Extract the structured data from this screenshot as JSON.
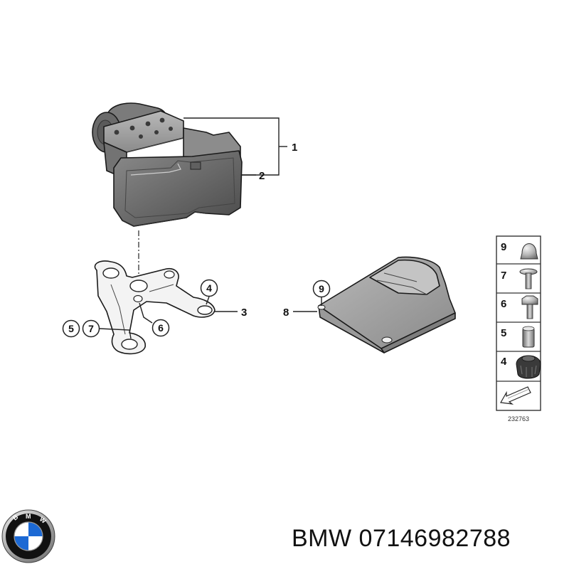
{
  "diagram": {
    "callouts": {
      "c1": "1",
      "c2": "2",
      "c3": "3",
      "c4": "4",
      "c5": "5",
      "c6": "6",
      "c7": "7",
      "c8": "8",
      "c9": "9"
    },
    "legend": {
      "rows": [
        "9",
        "7",
        "6",
        "5",
        "4"
      ],
      "diagram_number": "232763"
    },
    "logo": {
      "letters": "BMW",
      "colors": {
        "blue": "#1c69d4",
        "ring": "#111111",
        "chrome": "#9a9a9a"
      }
    }
  },
  "caption": {
    "brand": "BMW",
    "part_number": "07146982788"
  }
}
